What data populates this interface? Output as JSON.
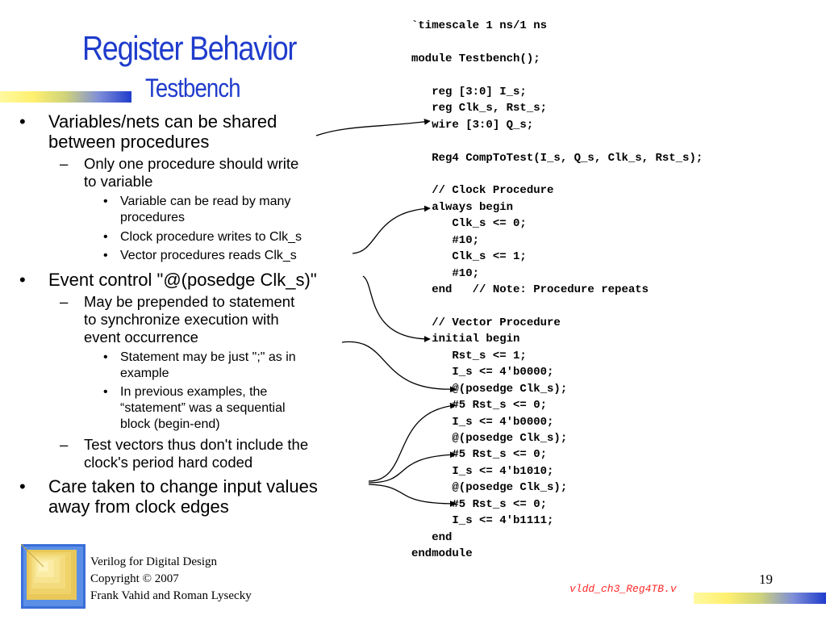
{
  "slide": {
    "title": "Register Behavior",
    "subtitle": "Testbench",
    "bullets": {
      "b1": "Variables/nets can be shared",
      "b1_cont": "between procedures",
      "b1_s1": "Only one procedure should write",
      "b1_s1_cont": "to variable",
      "b1_s1_a": "Variable can be read by many",
      "b1_s1_a_cont": "procedures",
      "b1_s1_b": "Clock procedure writes to Clk_s",
      "b1_s1_c": "Vector procedures reads Clk_s",
      "b2": "Event control \"@(posedge Clk_s)\"",
      "b2_s1": "May be prepended to statement",
      "b2_s1_cont": "to synchronize execution with",
      "b2_s1_cont2": "event occurrence",
      "b2_s1_a": "Statement may be just \";\" as in",
      "b2_s1_a_cont": "example",
      "b2_s1_b": "In previous examples, the",
      "b2_s1_b_cont": "“statement” was a sequential",
      "b2_s1_b_cont2": "block (begin-end)",
      "b2_s2": "Test vectors thus don't include the",
      "b2_s2_cont": "clock's period hard coded",
      "b3": "Care taken to change input values",
      "b3_cont": "away from clock edges"
    },
    "bullet_glyphs": {
      "main": "•",
      "sub": "–",
      "subsub": "•"
    },
    "code_lines": [
      "`timescale 1 ns/1 ns",
      "",
      "module Testbench();",
      "",
      "   reg [3:0] I_s;",
      "   reg Clk_s, Rst_s;",
      "   wire [3:0] Q_s;",
      "",
      "   Reg4 CompToTest(I_s, Q_s, Clk_s, Rst_s);",
      "",
      "   // Clock Procedure",
      "   always begin",
      "      Clk_s <= 0;",
      "      #10;",
      "      Clk_s <= 1;",
      "      #10;",
      "   end   // Note: Procedure repeats",
      "",
      "   // Vector Procedure",
      "   initial begin",
      "      Rst_s <= 1;",
      "      I_s <= 4'b0000;",
      "      @(posedge Clk_s);",
      "      #5 Rst_s <= 0;",
      "      I_s <= 4'b0000;",
      "      @(posedge Clk_s);",
      "      #5 Rst_s <= 0;",
      "      I_s <= 4'b1010;",
      "      @(posedge Clk_s);",
      "      #5 Rst_s <= 0;",
      "      I_s <= 4'b1111;",
      "   end",
      "endmodule"
    ],
    "footer": {
      "line1": "Verilog for Digital Design",
      "line2": "Copyright © 2007",
      "line3": "Frank Vahid and Roman Lysecky"
    },
    "filename": "vldd_ch3_Reg4TB.v",
    "page_number": "19",
    "colors": {
      "title": "#1f3ccc",
      "filename": "#ff2a2a",
      "bar_start": "#fff9a0",
      "bar_end": "#1f3ccc"
    }
  }
}
